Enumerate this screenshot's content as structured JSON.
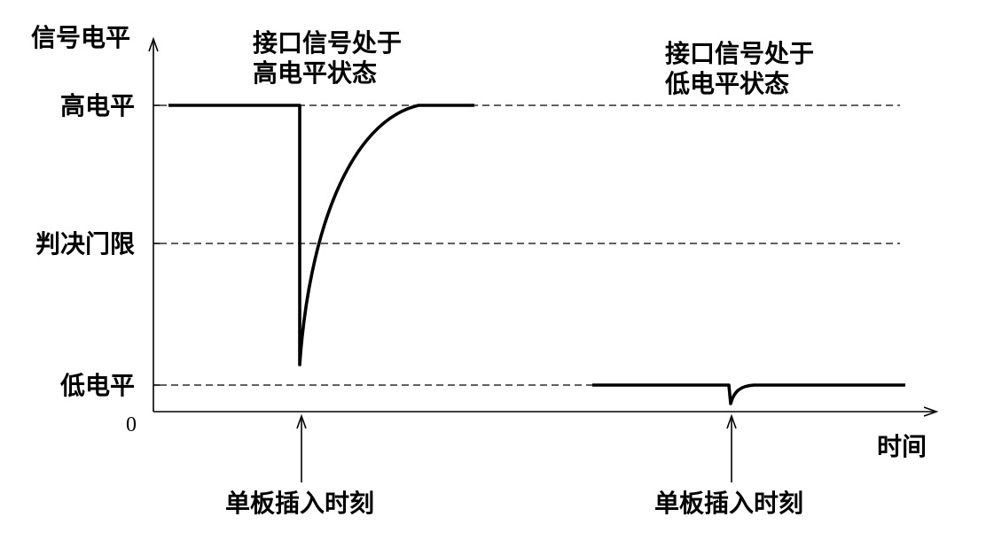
{
  "diagram": {
    "y_axis_label": "信号电平",
    "x_axis_label": "时间",
    "origin_label": "0",
    "levels": {
      "high": "高电平",
      "threshold": "判决门限",
      "low": "低电平"
    },
    "annotations": {
      "high_state_line1": "接口信号处于",
      "high_state_line2": "高电平状态",
      "low_state_line1": "接口信号处于",
      "low_state_line2": "低电平状态"
    },
    "events": {
      "insert_left": "单板插入时刻",
      "insert_right": "单板插入时刻"
    }
  }
}
